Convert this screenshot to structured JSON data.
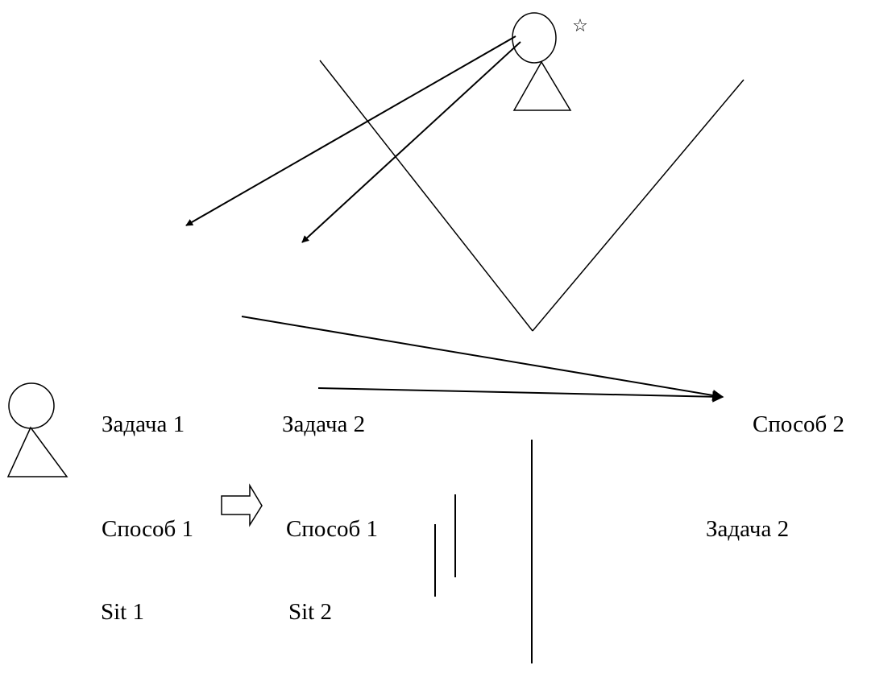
{
  "diagram": {
    "labels": {
      "task1": "Задача 1",
      "task2_left": "Задача 2",
      "method2_right": "Способ 2",
      "method1_a": "Способ 1",
      "method1_b": "Способ 1",
      "task2_right": "Задача 2",
      "sit1": "Sit 1",
      "sit2": "Sit 2"
    },
    "figures": {
      "observer": {
        "icon": "person-icon",
        "has_star": true,
        "star_icon": "star-icon",
        "star_glyph": "☆"
      },
      "subject": {
        "icon": "person-icon"
      }
    },
    "connectors": {
      "transition_arrow_icon": "block-right-arrow-icon"
    },
    "colors": {
      "stroke": "#000000",
      "background": "#ffffff"
    }
  }
}
